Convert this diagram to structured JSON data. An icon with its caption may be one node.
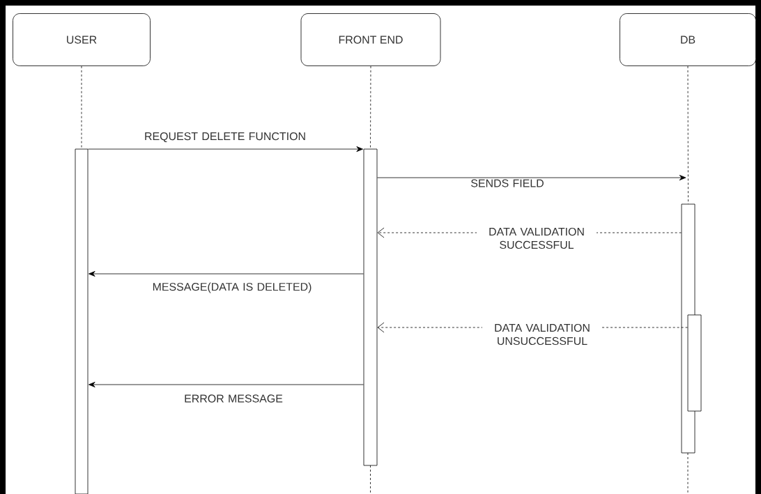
{
  "diagram": {
    "nodes": [
      {
        "text": [
          "USER"
        ]
      },
      {
        "text": [
          "FRONT END"
        ]
      },
      {
        "text": [
          "DB"
        ]
      },
      {
        "text": [],
        "shape": "bar"
      },
      {
        "text": [],
        "shape": "bar"
      },
      {
        "text": [],
        "shape": "bar"
      },
      {
        "text": [],
        "shape": "bar"
      }
    ],
    "edges": [
      {
        "from": 0,
        "to": 3,
        "arrow": "none",
        "style": "dashed"
      },
      {
        "from": 1,
        "to": 4,
        "arrow": "none",
        "style": "dashed"
      },
      {
        "from": 2,
        "to": 5,
        "arrow": "none",
        "style": "dashed"
      },
      {
        "from": 3,
        "to": 4,
        "arrow": "to",
        "label": "REQUEST DELETE FUNCTION"
      },
      {
        "from": 4,
        "to": null,
        "arrow": "to",
        "label": "SENDS FIELD"
      },
      {
        "from": 5,
        "to": 4,
        "arrow": "to",
        "style": "dashed",
        "label": "DATA VALIDATION SUCCESSFUL"
      },
      {
        "from": 4,
        "to": 3,
        "arrow": "to",
        "label": "MESSAGE(DATA IS DELETED)"
      },
      {
        "from": 6,
        "to": 4,
        "arrow": "to",
        "style": "dashed",
        "label": "DATA VALIDATION UNSUCCESSFUL"
      },
      {
        "from": 4,
        "to": 3,
        "arrow": "to",
        "label": "ERROR MESSAGE"
      }
    ]
  }
}
